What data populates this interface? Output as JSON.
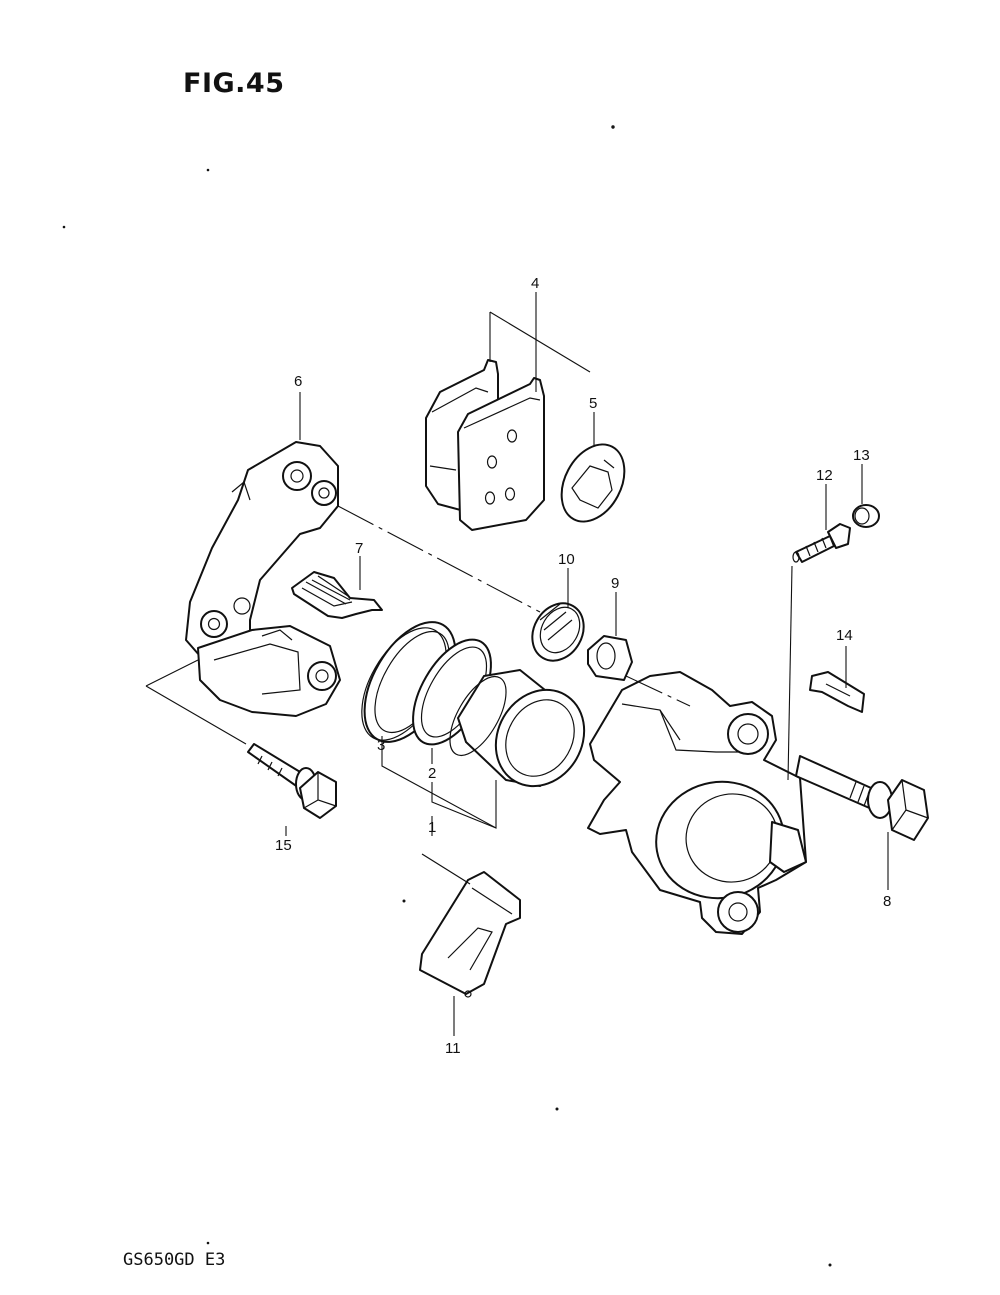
{
  "figure": {
    "title": "FIG.45",
    "model_code": "GS650GD  E3"
  },
  "callouts": [
    "1",
    "2",
    "3",
    "4",
    "5",
    "6",
    "7",
    "8",
    "9",
    "10",
    "11",
    "12",
    "13",
    "14",
    "15"
  ],
  "colors": {
    "ink": "#111111",
    "paper": "#ffffff"
  }
}
